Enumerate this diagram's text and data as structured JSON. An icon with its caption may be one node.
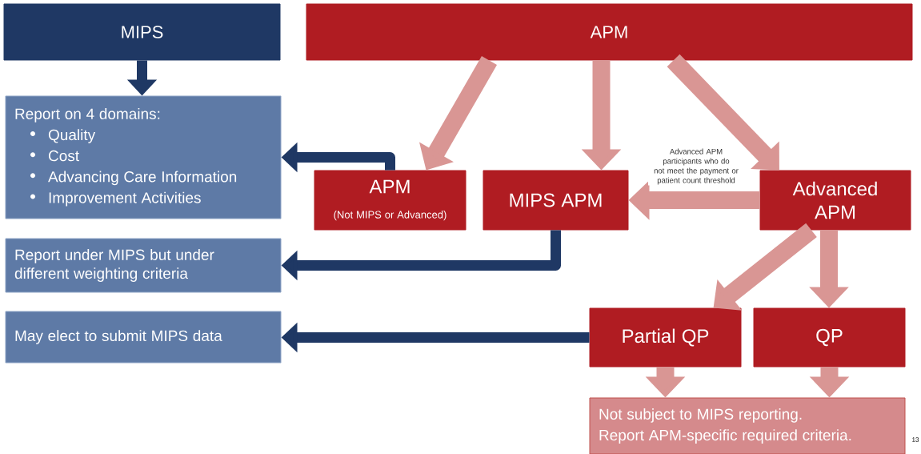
{
  "diagram": {
    "nodes": [
      {
        "text": [
          "MIPS"
        ]
      },
      {
        "text": [
          "APM"
        ]
      },
      {
        "text": [
          "Report on 4 domains:",
          "Quality",
          "Cost",
          "Advancing Care Information",
          "Improvement Activities"
        ]
      },
      {
        "text": [
          "APM",
          "(Not MIPS or Advanced)"
        ]
      },
      {
        "text": [
          "MIPS APM"
        ]
      },
      {
        "text": [
          "Advanced APM"
        ]
      },
      {
        "text": [
          "Report under MIPS but under different weighting criteria"
        ]
      },
      {
        "text": [
          "May elect to submit MIPS data"
        ]
      },
      {
        "text": [
          "Partial QP"
        ]
      },
      {
        "text": [
          "QP"
        ]
      },
      {
        "text": [
          "Not subject to MIPS reporting.",
          "Report APM-specific required criteria."
        ]
      }
    ],
    "edges": [
      {
        "from": 0,
        "to": 2,
        "arrow": "to",
        "color": "#1f3864"
      },
      {
        "from": 1,
        "to": 3,
        "arrow": "to"
      },
      {
        "from": 1,
        "to": 4,
        "arrow": "to"
      },
      {
        "from": 1,
        "to": 5,
        "arrow": "to"
      },
      {
        "from": 3,
        "to": 2,
        "arrow": "to",
        "color": "#1f3864"
      },
      {
        "from": 5,
        "to": 4,
        "arrow": "to",
        "label": "Advanced APM participants who do not meet the payment or patient count threshold"
      },
      {
        "from": 4,
        "to": 6,
        "arrow": "to",
        "color": "#1f3864"
      },
      {
        "from": 5,
        "to": 8,
        "arrow": "to"
      },
      {
        "from": 5,
        "to": 9,
        "arrow": "to"
      },
      {
        "from": 8,
        "to": 7,
        "arrow": "to",
        "color": "#1f3864"
      },
      {
        "from": 8,
        "to": 10,
        "arrow": "to"
      },
      {
        "from": 9,
        "to": 10,
        "arrow": "to"
      }
    ],
    "labels": [
      "13"
    ]
  }
}
